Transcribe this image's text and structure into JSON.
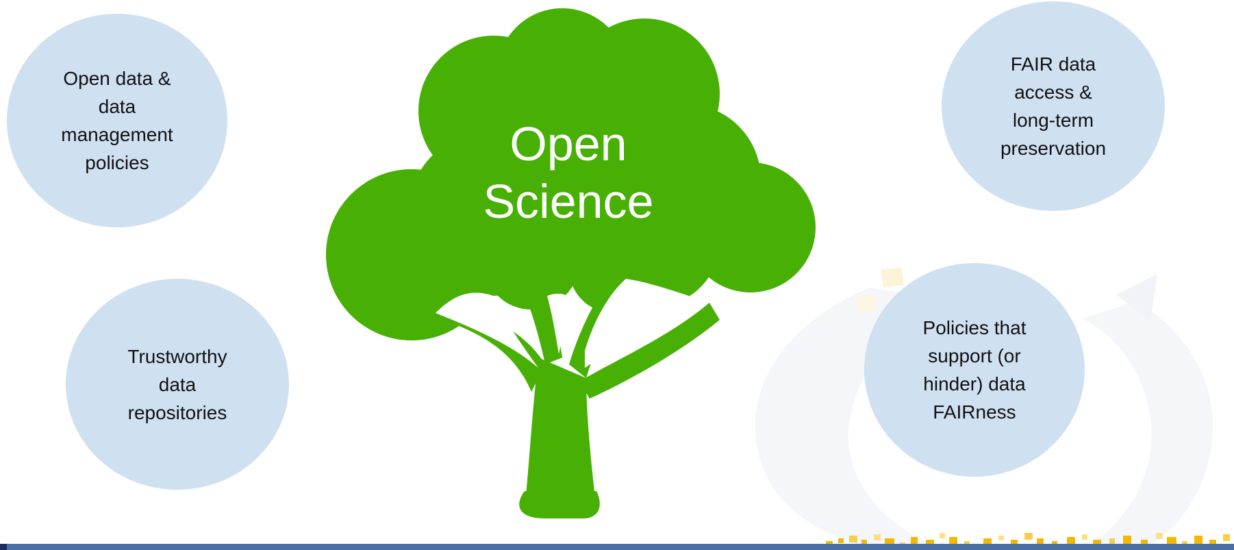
{
  "tree": {
    "title": "Open\nScience",
    "color": "#48b004"
  },
  "bubbles": [
    {
      "id": "open-data-policies",
      "label": "Open data &\ndata\nmanagement\npolicies"
    },
    {
      "id": "trustworthy-repositories",
      "label": "Trustworthy\ndata\nrepositories"
    },
    {
      "id": "fair-access-preservation",
      "label": "FAIR data\naccess &\nlong-term\npreservation"
    },
    {
      "id": "fairness-policies",
      "label": "Policies that\nsupport (or\nhinder) data\nFAIRness"
    }
  ],
  "colors": {
    "bubble": "#cfe0f1",
    "tree": "#48b004",
    "footer": "#4a6fa5",
    "accent_yellow": "#f5b800"
  }
}
